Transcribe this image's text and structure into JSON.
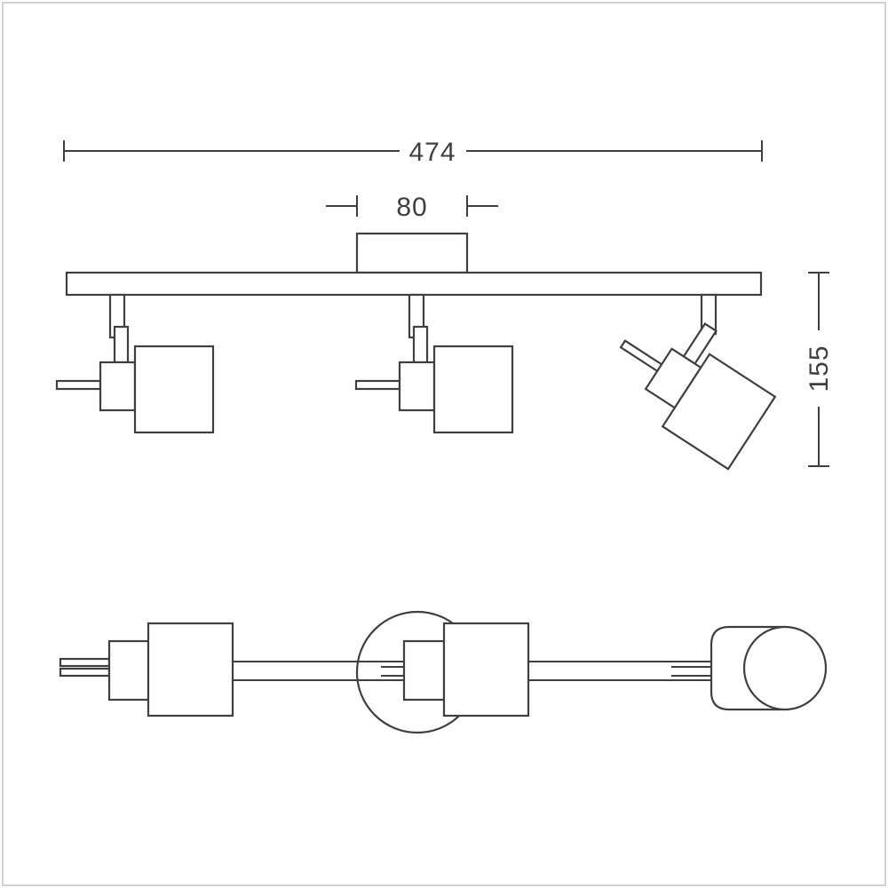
{
  "drawing": {
    "dimensions": {
      "overall_width": "474",
      "canopy_width": "80",
      "fixture_height": "155"
    },
    "colors": {
      "line": "#3f3f3f",
      "background": "#ffffff",
      "frame": "#d4d4d4"
    }
  }
}
